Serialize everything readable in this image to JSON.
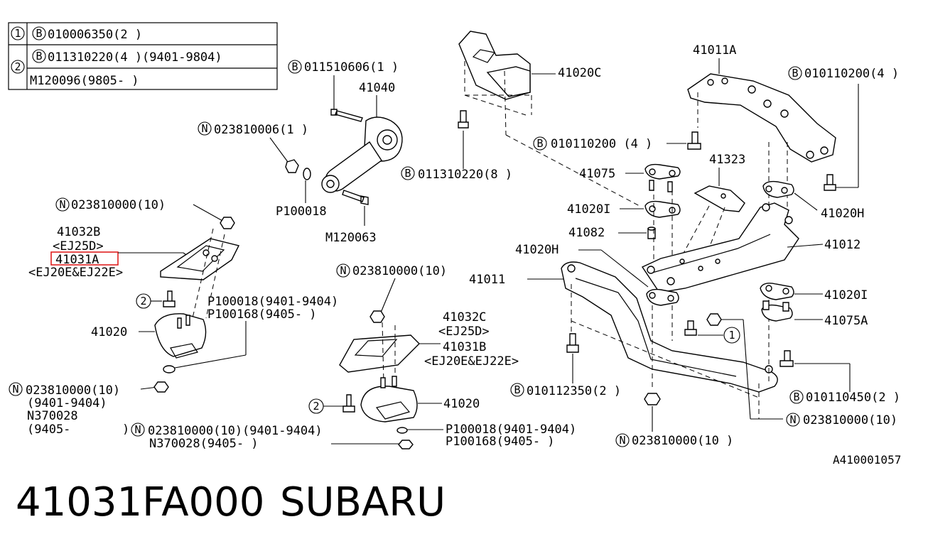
{
  "legend_table": {
    "row1": {
      "num": "1",
      "prefix": "B",
      "text": "010006350(2 )"
    },
    "row2a": {
      "num": "2",
      "prefix": "B",
      "text": "011310220(4 )(9401-9804)"
    },
    "row2b": {
      "text": "M120096(9805-        )"
    }
  },
  "labels": {
    "bolt_011510606": "011510606(1 )",
    "mount_41040": "41040",
    "nut_023810006": "023810006(1 )",
    "washer_p100018": "P100018",
    "bolt_m120063": "M120063",
    "nut_023810000_top": "023810000(10)",
    "p41032b": "41032B",
    "ej25d_1": "<EJ25D>",
    "p41031a": "41031A",
    "ej20e_1": "<EJ20E&EJ22E>",
    "p41020_left": "41020",
    "p100018_left": "P100018(9401-9404)",
    "p100168_left": "P100168(9405-    )",
    "nut_left_bottom": "023810000(10)",
    "date_9401_9404": "(9401-9404)",
    "n370028": "N370028",
    "date_9405": "(9405-",
    "nut_mid_bottom": "023810000(10)(9401-9404)",
    "n370028_mid": "N370028(9405-      )",
    "nut_mid_top": "023810000(10)",
    "p41032c": "41032C",
    "ej25d_2": "<EJ25D>",
    "p41031b": "41031B",
    "ej20e_2": "<EJ20E&EJ22E>",
    "p41020_mid": "41020",
    "p100018_mid": "P100018(9401-9404)",
    "p100168_mid": "P100168(9405-     )",
    "p41020c": "41020C",
    "bolt_011310220": "011310220(8 )",
    "bolt_010110200_mid": "010110200 (4 )",
    "p41075": "41075",
    "p41020i_top": "41020I",
    "p41082": "41082",
    "p41020h_left": "41020H",
    "p41011": "41011",
    "p41011a": "41011A",
    "bolt_010110200_right": "010110200(4 )",
    "p41323": "41323",
    "p41020h_right": "41020H",
    "p41012": "41012",
    "p41020i_right": "41020I",
    "p41075a": "41075A",
    "bolt_010110450": "010110450(2 )",
    "nut_right": "023810000(10)",
    "nut_bottom": "023810000(10 )",
    "bolt_010112350": "010112350(2 )",
    "ref_code": "A410001057"
  },
  "markers": {
    "B": "B",
    "N": "N",
    "one": "1",
    "two": "2"
  },
  "highlight_color": "#e02020",
  "caption": {
    "part_number": "41031FA000",
    "brand": "SUBARU"
  }
}
